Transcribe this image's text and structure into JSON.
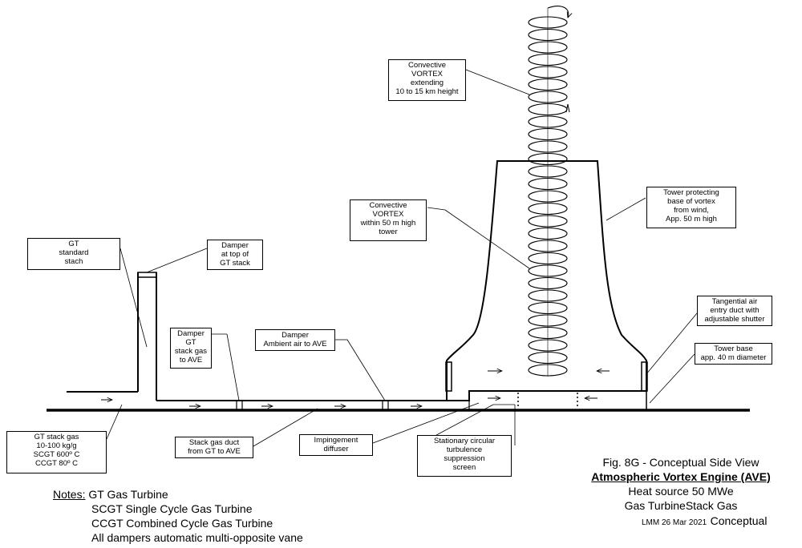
{
  "labels": {
    "vortex_top": [
      "Convective",
      "VORTEX",
      "extending",
      "10 to 15 km height"
    ],
    "vortex_tower": [
      "Convective",
      "VORTEX",
      "within 50 m high",
      "tower"
    ],
    "tower_protect": [
      "Tower protecting",
      "base of vortex",
      "from wind,",
      "App. 50 m high"
    ],
    "gt_stack": [
      "GT",
      "standard",
      "stach"
    ],
    "damper_top": [
      "Damper",
      "at top of",
      "GT stack"
    ],
    "damper_gt": [
      "Damper",
      "GT",
      "stack gas",
      "to AVE"
    ],
    "damper_ambient": [
      "Damper",
      "Ambient air to AVE"
    ],
    "tangential": [
      "Tangential air",
      "entry duct with",
      "adjustable shutter"
    ],
    "tower_base": [
      "Tower base",
      "app. 40 m diameter"
    ],
    "gt_stack_gas": [
      "GT stack gas",
      "10-100 kg/g",
      "SCGT 600º C",
      "CCGT 80º C"
    ],
    "stack_duct": [
      "Stack gas duct",
      "from GT to AVE"
    ],
    "impingement": [
      "Impingement",
      "diffuser"
    ],
    "screen": [
      "Stationary circular",
      "turbulence",
      "suppression",
      "screen"
    ]
  },
  "caption": {
    "fig": "Fig. 8G - Conceptual Side View",
    "title": "Atmospheric Vortex Engine (AVE)",
    "line1": "Heat source 50 MWe",
    "line2": "Gas TurbineStack Gas",
    "date": "LMM 26 Mar 2021",
    "status": "Conceptual"
  },
  "notes": {
    "heading": "Notes:",
    "items": [
      "GT Gas Turbine",
      "SCGT Single Cycle Gas Turbine",
      "CCGT Combined Cycle Gas Turbine",
      "All dampers automatic multi-opposite vane"
    ]
  }
}
